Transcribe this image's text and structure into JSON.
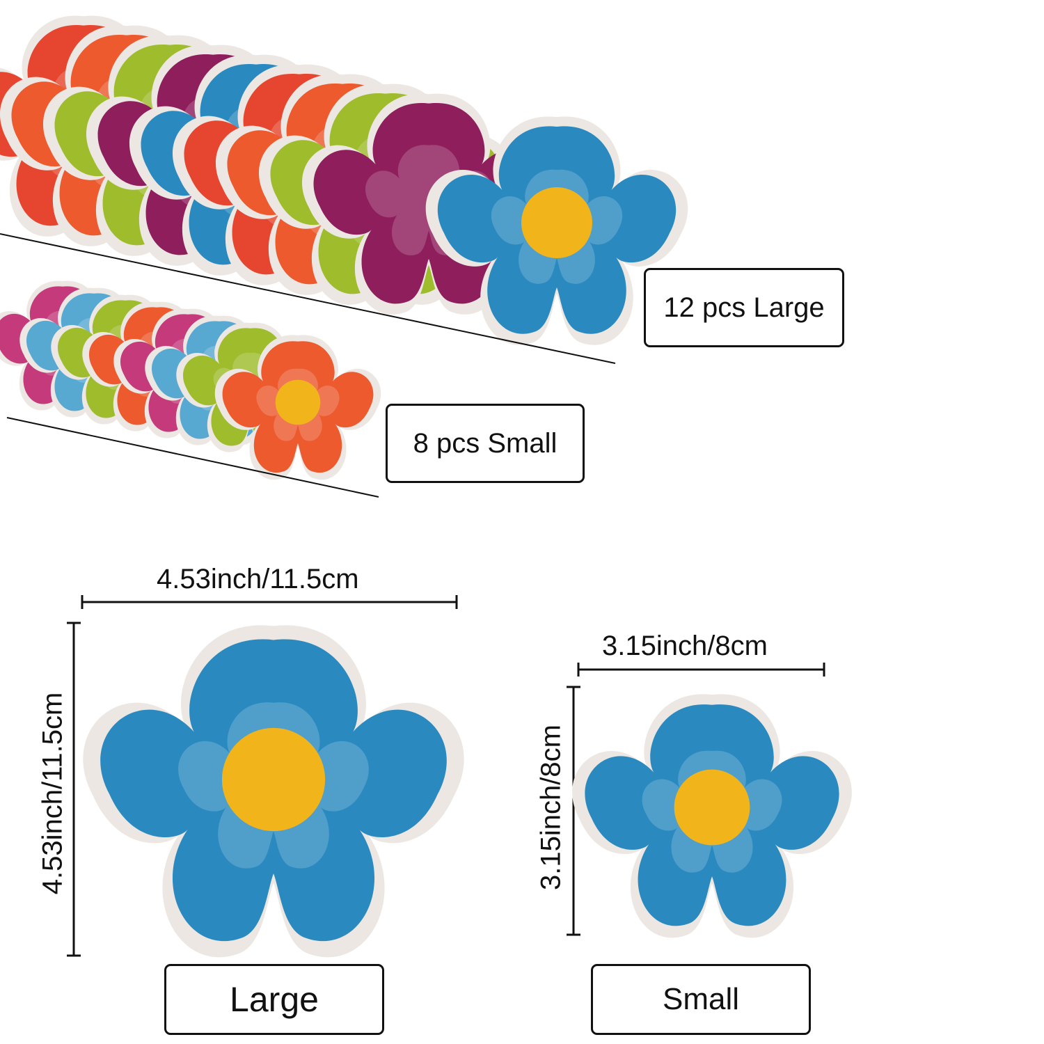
{
  "sets": {
    "large": {
      "label": "12 pcs Large"
    },
    "small": {
      "label": "8 pcs Small"
    }
  },
  "dimensions": {
    "large": {
      "width": "4.53inch/11.5cm",
      "height": "4.53inch/11.5cm",
      "label": "Large"
    },
    "small": {
      "width": "3.15inch/8cm",
      "height": "3.15inch/8cm",
      "label": "Small"
    }
  },
  "colors": {
    "blue": "#2a8ac0",
    "blue_light": "#58a9d2",
    "orange": "#ec5a2e",
    "red_orange": "#e6462f",
    "green": "#9ebc2c",
    "purple": "#8e1e5c",
    "magenta": "#c43a7a",
    "yellow": "#f1b41a",
    "edge": "#ece7e2",
    "line": "#111111"
  }
}
